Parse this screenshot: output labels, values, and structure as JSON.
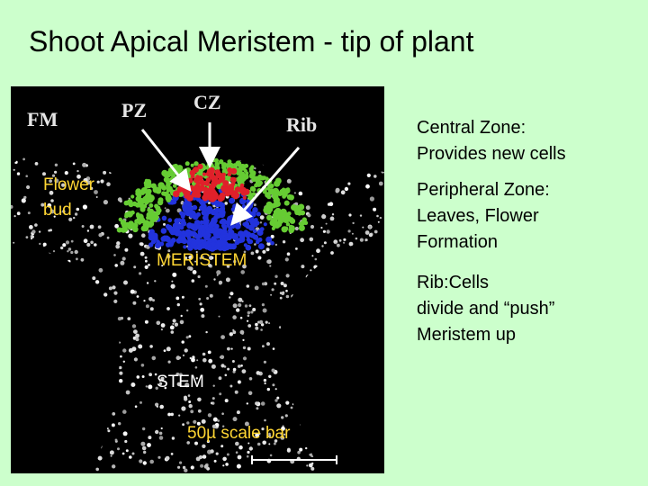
{
  "title": "Shoot Apical Meristem - tip of plant",
  "image_labels": {
    "fm": "FM",
    "pz": "PZ",
    "cz": "CZ",
    "rib": "Rib",
    "flower_bud": [
      "Flower",
      "bud"
    ],
    "meristem": "MERISTEM",
    "stem": "STEM",
    "scale_bar": "50µ scale bar"
  },
  "notes": [
    {
      "lines": [
        "Central Zone:",
        "Provides new cells"
      ]
    },
    {
      "lines": [
        "Peripheral Zone:",
        "Leaves, Flower",
        "Formation"
      ]
    },
    {
      "lines": [
        "Rib:Cells",
        "divide and “push”",
        "Meristem up"
      ]
    }
  ],
  "colors": {
    "background": "#ccffcc",
    "cz_red": "#e0202a",
    "pz_green": "#66cc33",
    "rib_blue": "#2233dd",
    "label_yellow": "#ffd633"
  }
}
